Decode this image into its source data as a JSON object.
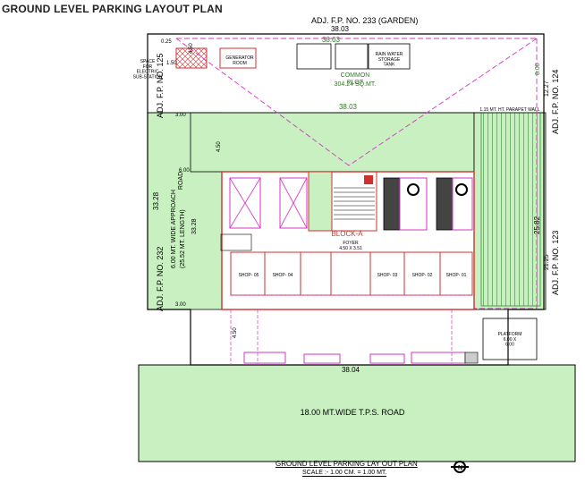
{
  "title": "GROUND LEVEL PARKING LAYOUT PLAN",
  "adjacent": {
    "top": "ADJ. F.P. NO. 233 (GARDEN)",
    "left": "ADJ. F.P. NO. 125",
    "left_lower": "ADJ. F.P. NO. 232",
    "right_upper": "ADJ. F.P. NO. 124",
    "right_lower": "ADJ. F.P. NO. 123"
  },
  "dimensions": {
    "top_width": "38.03",
    "inner_width": "38.03",
    "green_width": "38.03",
    "bottom_width": "38.04",
    "left_depth": "33.28",
    "approach_len": "(25.52 MT. LENGTH)",
    "right_depth": "25.82",
    "right_upper": "12.27",
    "right_lower": "21.25",
    "right_top": "8.00",
    "top_margin": "0.25",
    "space_left": "1.50",
    "space_top": "4.50",
    "setback_a": "6.00",
    "setback_b": "3.00",
    "setback_c": "4.50",
    "setback_d": "4.50"
  },
  "labels": {
    "electric": "SPACE\nFOR\nELECTRIC\nSUB-STATION",
    "generator": "GENERATOR\nROOM",
    "rain_tank": "RAIN WATER\nSTORAGE\nTANK",
    "common_plot": "COMMON\nPLOT",
    "common_area": "304.24 SQ.MT.",
    "parapet": "1.15 MT. HT. PARAPET WALL",
    "approach": "6.00 MT. WIDE APPROACH\nROAD",
    "block": "BLOCK-A",
    "foyer": "FOYER\n4.50 X 3.51",
    "platform": "PLATFORM\n6.00 X\n6.00",
    "road": "18.00 MT.WIDE T.P.S. ROAD",
    "shops": [
      "SHOP- 05",
      "SHOP- 04",
      "SHOP- 03",
      "SHOP- 02",
      "SHOP- 01"
    ]
  },
  "caption": {
    "main": "GROUND LEVEL PARKING LAY OUT PLAN",
    "scale": "SCALE :- 1.00 CM. = 1.00 MT."
  },
  "colors": {
    "outline": "#d0312d",
    "dashed": "#d633c9",
    "green": "#c8f0c0",
    "hatch": "#3a8a3a",
    "text_green": "#2e7d22",
    "text": "#000000"
  }
}
